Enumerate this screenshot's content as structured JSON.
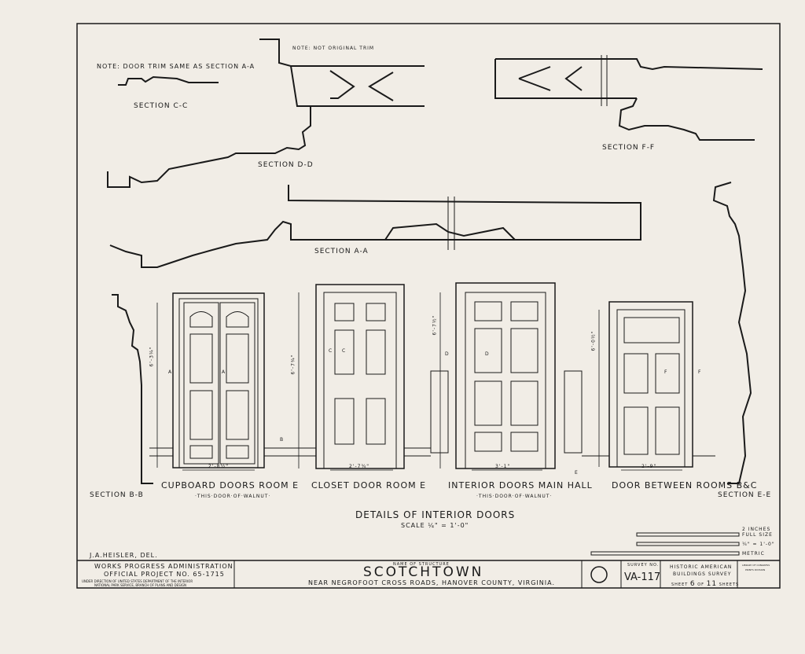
{
  "notes": {
    "door_trim": "NOTE: DOOR TRIM SAME AS SECTION A-A",
    "not_original": "NOTE: NOT ORIGINAL TRIM"
  },
  "sections": {
    "cc": "SECTION C-C",
    "dd": "SECTION D-D",
    "ff": "SECTION F-F",
    "aa": "SECTION A-A",
    "bb": "SECTION B-B",
    "ee": "SECTION E-E"
  },
  "doors": [
    {
      "label": "CUPBOARD DOORS  ROOM E",
      "sub": "·THIS·DOOR·OF·WALNUT·",
      "height": "6'-3¼\"",
      "width": "2'-8½\""
    },
    {
      "label": "CLOSET DOOR ROOM E",
      "sub": "",
      "height": "6'-7¾\"",
      "width": "2'-7¾\""
    },
    {
      "label": "INTERIOR DOORS MAIN HALL",
      "sub": "·THIS·DOOR·OF·WALNUT·",
      "height": "6'-7½\"",
      "width": "3'-1\""
    },
    {
      "label": "DOOR BETWEEN ROOMS B&C",
      "sub": "",
      "height": "6'-0½\"",
      "width": "2'-9\""
    }
  ],
  "markers": {
    "a": "A",
    "b": "B",
    "c": "C",
    "d": "D",
    "e": "E",
    "f": "F"
  },
  "title": {
    "main": "DETAILS OF INTERIOR DOORS",
    "scale": "SCALE ¼\" = 1'-0\""
  },
  "scales": {
    "full": "FULL SIZE",
    "inches": "2 INCHES",
    "feet": "¼\" = 1'-0\"",
    "metric": "METRIC"
  },
  "delineator": "J.A.HEISLER, DEL.",
  "titleblock": {
    "agency": "WORKS PROGRESS ADMINISTRATION",
    "project": "OFFICIAL PROJECT NO. 65-1715",
    "direction": "UNDER DIRECTION OF UNITED STATES DEPARTMENT OF THE INTERIOR",
    "service": "NATIONAL PARK SERVICE, BRANCH OF PLANS AND DESIGN",
    "name_label": "NAME OF STRUCTURE",
    "name": "SCOTCHTOWN",
    "location": "NEAR NEGROFOOT CROSS ROADS, HANOVER COUNTY, VIRGINIA.",
    "survey_label": "SURVEY NO.",
    "survey_no": "VA-117",
    "habs1": "HISTORIC AMERICAN",
    "habs2": "BUILDINGS SURVEY",
    "sheet_prefix": "SHEET",
    "sheet": "6",
    "of": "OF",
    "sheets": "11",
    "sheets_suffix": "SHEETS",
    "loc1": "LIBRARY OF CONGRESS",
    "loc2": "PRINTS DIVISION"
  }
}
